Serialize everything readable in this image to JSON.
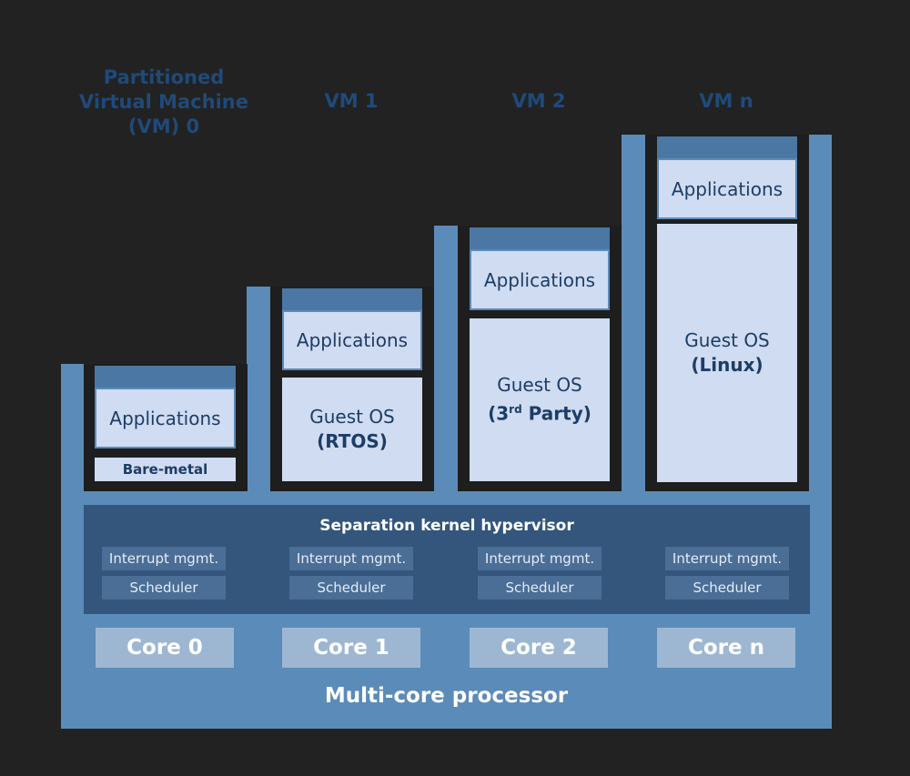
{
  "vms": [
    {
      "title_lines": [
        "Partitioned",
        "Virtual Machine",
        "(VM) 0"
      ],
      "applications": "Applications",
      "base": "Bare-metal"
    },
    {
      "title_lines": [
        "VM 1"
      ],
      "applications": "Applications",
      "os_line1": "Guest OS",
      "os_line2": "(RTOS)"
    },
    {
      "title_lines": [
        "VM 2"
      ],
      "applications": "Applications",
      "os_line1": "Guest OS",
      "os_line2_main": "(3",
      "os_line2_sup": "rd",
      "os_line2_tail": " Party)"
    },
    {
      "title_lines": [
        "VM n"
      ],
      "applications": "Applications",
      "os_line1": "Guest OS",
      "os_line2": "(Linux)"
    }
  ],
  "hypervisor": {
    "title": "Separation kernel hypervisor",
    "interrupt_label": "Interrupt mgmt.",
    "scheduler_label": "Scheduler"
  },
  "cores": [
    "Core 0",
    "Core 1",
    "Core 2",
    "Core n"
  ],
  "processor_label": "Multi-core processor",
  "colors": {
    "background": "#222222",
    "processor": "#5b8bb8",
    "hypervisor": "#34567d",
    "pale_box": "#cfdcf1",
    "core": "#9db7d3",
    "title_text": "#1f4a7a"
  }
}
